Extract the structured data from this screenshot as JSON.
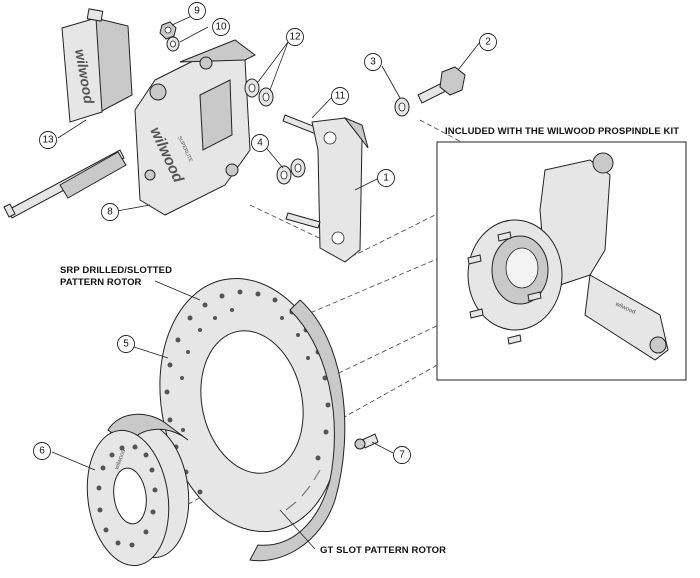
{
  "callouts": {
    "c1": "1",
    "c2": "2",
    "c3": "3",
    "c4": "4",
    "c5": "5",
    "c6": "6",
    "c7": "7",
    "c8": "8",
    "c9": "9",
    "c10": "10",
    "c11": "11",
    "c12": "12",
    "c13": "13"
  },
  "labels": {
    "prospindle_kit": "INCLUDED WITH THE WILWOOD PROSPINDLE KIT",
    "srp_rotor_line1": "SRP DRILLED/SLOTTED",
    "srp_rotor_line2": "PATTERN ROTOR",
    "gt_rotor": "GT SLOT PATTERN ROTOR"
  },
  "logos": {
    "brand": "wilwood",
    "caliper_sub": "SUPERLITE"
  },
  "colors": {
    "line": "#222222",
    "part_fill": "#e6e6e6",
    "part_shade": "#c9c9c9",
    "background": "#ffffff"
  }
}
